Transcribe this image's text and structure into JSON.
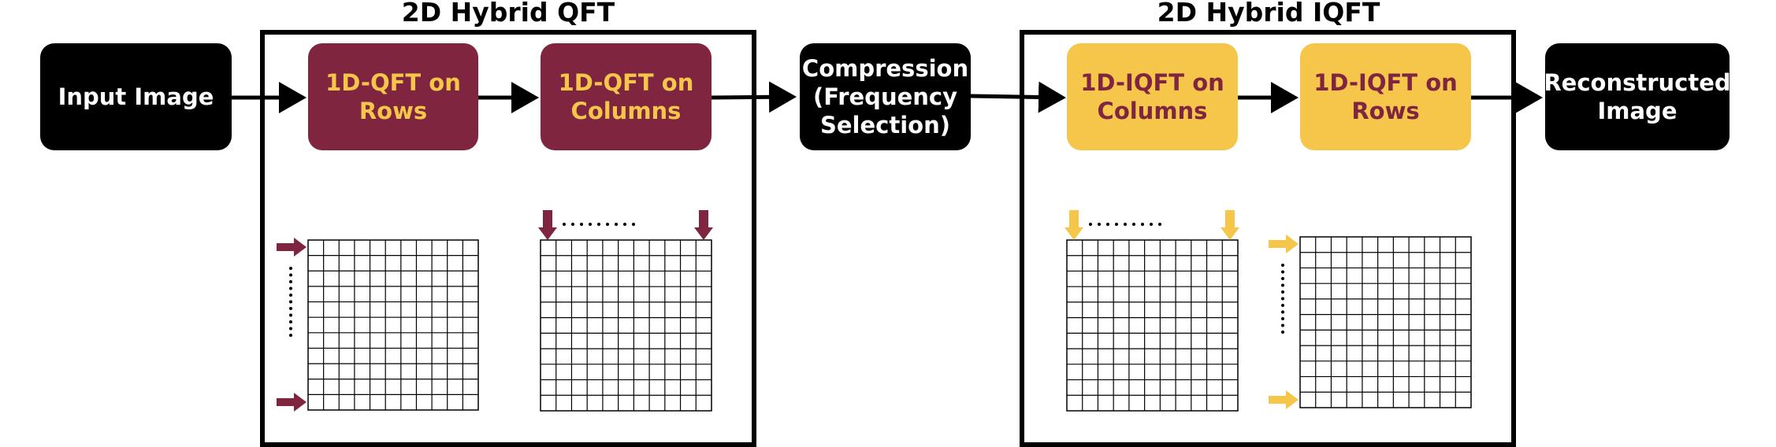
{
  "colors": {
    "maroon": "#7f2540",
    "yellow": "#f5c64a",
    "black": "#000000",
    "white": "#ffffff"
  },
  "sections": {
    "qft_title": "2D Hybrid QFT",
    "iqft_title": "2D Hybrid IQFT"
  },
  "nodes": {
    "input": "Input Image",
    "qft_rows": "1D-QFT on\nRows",
    "qft_columns": "1D-QFT on\nColumns",
    "compression": "Compression\n(Frequency\nSelection)",
    "iqft_columns": "1D-IQFT on\nColumns",
    "iqft_rows": "1D-IQFT on\nRows",
    "output": "Reconstructed\nImage"
  },
  "grids": {
    "cells": 11,
    "items": [
      {
        "name": "qft-rows-grid",
        "arrow_direction": "right",
        "arrow_color": "maroon"
      },
      {
        "name": "qft-columns-grid",
        "arrow_direction": "down",
        "arrow_color": "maroon"
      },
      {
        "name": "iqft-columns-grid",
        "arrow_direction": "down",
        "arrow_color": "yellow"
      },
      {
        "name": "iqft-rows-grid",
        "arrow_direction": "right",
        "arrow_color": "yellow"
      }
    ]
  }
}
